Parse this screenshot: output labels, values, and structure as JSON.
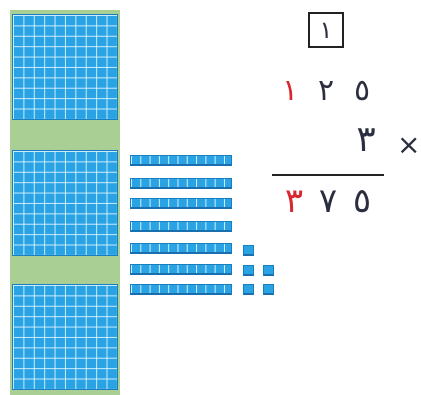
{
  "blocks": {
    "hundreds_flats": 3,
    "tens_rods": 7,
    "ones_units": 5
  },
  "problem": {
    "carry": "١",
    "multiplicand_digits": [
      "١",
      "٢",
      "٥"
    ],
    "multiplier": "٣",
    "operator": "×",
    "product_digits": [
      "٣",
      "٧",
      "٥"
    ]
  },
  "colors": {
    "block_blue": "#2aa3e4",
    "band_green": "#a9cf94",
    "digit_dark": "#2a2e3f",
    "digit_red": "#d8272e"
  }
}
